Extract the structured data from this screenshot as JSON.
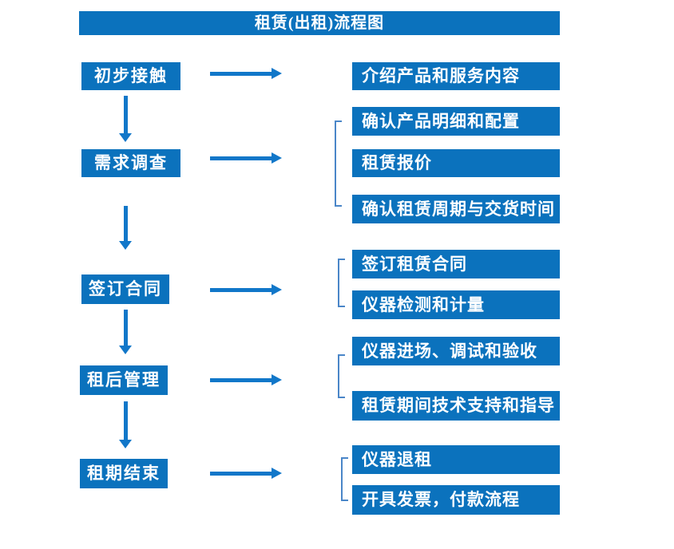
{
  "title": "租赁(出租)流程图",
  "colors": {
    "box_blue": "#0B72BD",
    "arrow_blue": "#1177C9",
    "bracket_blue": "#4A86C8",
    "text_white": "#FFFFFF"
  },
  "steps": [
    {
      "label": "初步接触",
      "details": [
        "介绍产品和服务内容"
      ]
    },
    {
      "label": "需求调查",
      "details": [
        "确认产品明细和配置",
        "租赁报价",
        "确认租赁周期与交货时间"
      ]
    },
    {
      "label": "签订合同",
      "details": [
        "签订租赁合同",
        "仪器检测和计量"
      ]
    },
    {
      "label": "租后管理",
      "details": [
        "仪器进场、调试和验收",
        "租赁期间技术支持和指导"
      ]
    },
    {
      "label": "租期结束",
      "details": [
        "仪器退租",
        "开具发票，付款流程"
      ]
    }
  ]
}
